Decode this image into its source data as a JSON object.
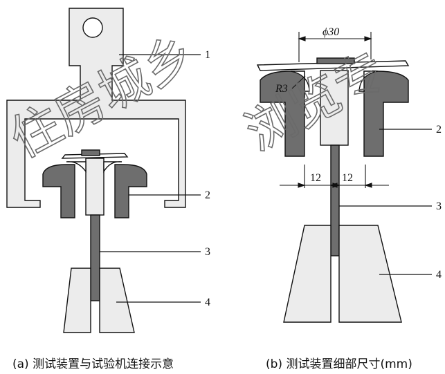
{
  "captions": {
    "left": "(a) 测试装置与试验机连接示意",
    "right": "(b) 测试装置细部尺寸(mm)"
  },
  "labels_a": [
    "1",
    "2",
    "3",
    "4"
  ],
  "labels_b": [
    "2",
    "3",
    "4"
  ],
  "dimensions": {
    "diameter": "ϕ30",
    "radius": "R3",
    "left_gap": "12",
    "right_gap": "12"
  },
  "watermark": {
    "left": "住房城乡",
    "right": "浏览专"
  },
  "colors": {
    "light_fill": "#ececec",
    "dark_fill": "#6e6e6e",
    "outline": "#111111",
    "watermark": "#6a6a6a"
  }
}
